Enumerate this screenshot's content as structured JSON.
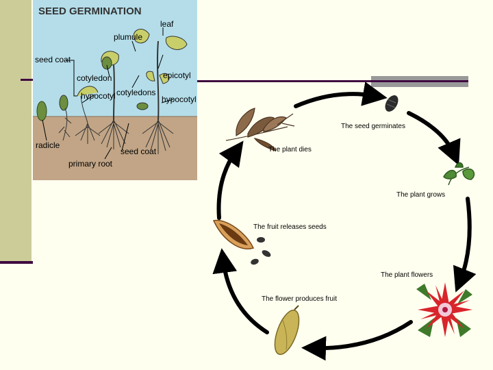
{
  "germination": {
    "title": "SEED GERMINATION",
    "labels": {
      "leaf": "leaf",
      "plumule": "plumule",
      "seed_coat_top": "seed coat",
      "cotyledon": "cotyledon",
      "epicotyl": "epicotyl",
      "hypocotyl_left": "hypocotyl",
      "cotyledons": "cotyledons",
      "hypocotyl_right": "hypocotyl",
      "radicle": "radicle",
      "seed_coat_bottom": "seed coat",
      "primary_root": "primary root"
    },
    "colors": {
      "sky": "#b4dde9",
      "soil": "#c1a586",
      "plant": "#c8cf6a",
      "seed": "#6b8f3e"
    }
  },
  "life_cycle": {
    "stages": [
      {
        "caption": "The seed germinates",
        "icon": "seed-icon"
      },
      {
        "caption": "The plant grows",
        "icon": "seedling-icon"
      },
      {
        "caption": "The plant flowers",
        "icon": "flower-icon"
      },
      {
        "caption": "The flower produces fruit",
        "icon": "fruit-icon"
      },
      {
        "caption": "The fruit releases seeds",
        "icon": "open-fruit-icon"
      },
      {
        "caption": "The plant dies",
        "icon": "dead-plant-icon"
      }
    ],
    "arrow_color": "#000000"
  }
}
